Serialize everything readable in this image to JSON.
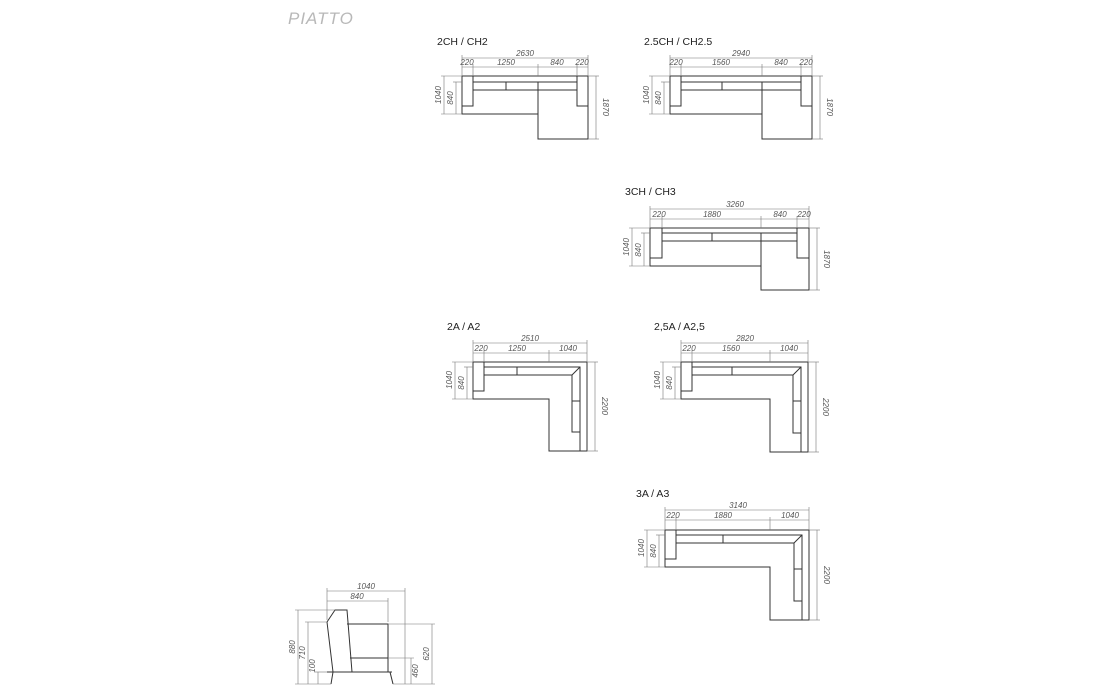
{
  "title": "PIATTO",
  "models": [
    {
      "label": "2CH / CH2",
      "total": "2630",
      "segments": [
        "220",
        "1250",
        "840",
        "220"
      ],
      "depth": "1040",
      "seat_depth": "840",
      "length": "1870"
    },
    {
      "label": "2.5CH / CH2.5",
      "total": "2940",
      "segments": [
        "220",
        "1560",
        "840",
        "220"
      ],
      "depth": "1040",
      "seat_depth": "840",
      "length": "1870"
    },
    {
      "label": "3CH / CH3",
      "total": "3260",
      "segments": [
        "220",
        "1880",
        "840",
        "220"
      ],
      "depth": "1040",
      "seat_depth": "840",
      "length": "1870"
    },
    {
      "label": "2A / A2",
      "total": "2510",
      "segments": [
        "220",
        "1250",
        "1040"
      ],
      "depth": "1040",
      "seat_depth": "840",
      "length": "2200"
    },
    {
      "label": "2,5A / A2,5",
      "total": "2820",
      "segments": [
        "220",
        "1560",
        "1040"
      ],
      "depth": "1040",
      "seat_depth": "840",
      "length": "2200"
    },
    {
      "label": "3A / A3",
      "total": "3140",
      "segments": [
        "220",
        "1880",
        "1040"
      ],
      "depth": "1040",
      "seat_depth": "840",
      "length": "2200"
    }
  ],
  "side_view": {
    "depth": "1040",
    "seat_depth": "840",
    "height": "880",
    "back_height": "710",
    "leg_height": "100",
    "seat_height": "460",
    "arm_height": "620"
  },
  "colors": {
    "line": "#333333",
    "dimension": "#777777",
    "title": "#b8b8b8"
  }
}
